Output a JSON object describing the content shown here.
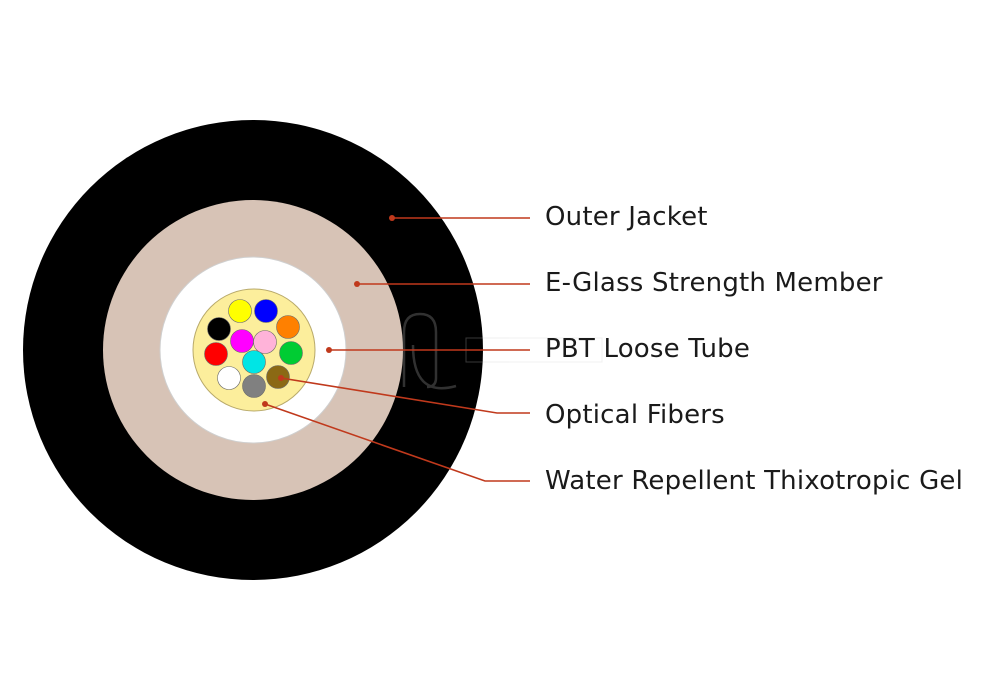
{
  "colors": {
    "outer_jacket": "#000000",
    "strength_member": "#d7c3b6",
    "loose_tube": "#ffffff",
    "gel": "#fcee9c",
    "leader_line": "#c0391c"
  },
  "labels": [
    "Outer Jacket",
    "E-Glass Strength Member",
    "PBT Loose Tube",
    "Optical Fibers",
    "Water Repellent Thixotropic Gel"
  ],
  "fiber_colors": [
    "#ffff00",
    "#0000ff",
    "#ff8000",
    "#000000",
    "#ff00ff",
    "#ffb3d9",
    "#00cc33",
    "#ff0000",
    "#00e5e5",
    "#ffffff",
    "#808080",
    "#8b6914"
  ],
  "watermark_icon": "nexcom-logo-icon"
}
